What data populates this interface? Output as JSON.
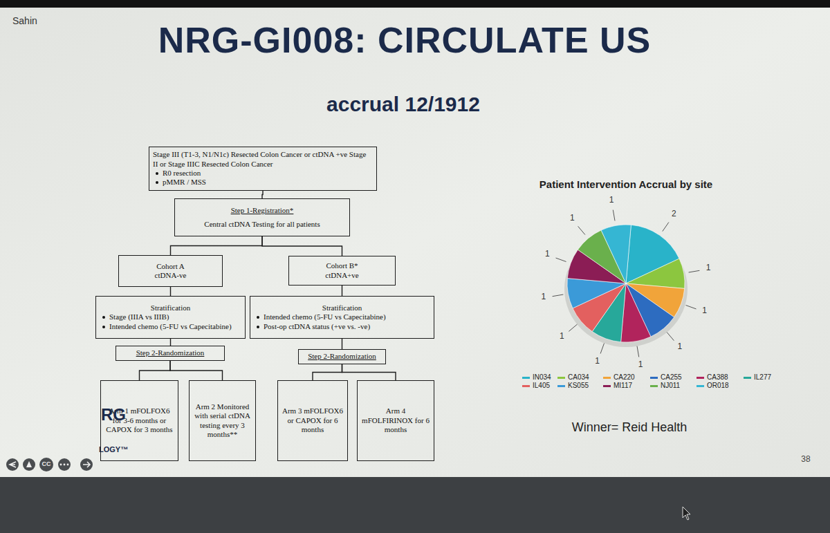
{
  "diagram": {
    "title": "NRG-GI008: CIRCULATE US",
    "nodes": [
      {
        "text": [
          "Stage III (T1-3, N1/N1c) Resected Colon Cancer or ctDNA +ve Stage II or Stage IIIC Resected Colon Cancer",
          "R0 resection",
          "pMMR / MSS"
        ]
      },
      {
        "text": [
          "Step 1-Registration*",
          "Central ctDNA Testing for all patients"
        ]
      },
      {
        "text": [
          "Cohort A",
          "ctDNA-ve"
        ]
      },
      {
        "text": [
          "Cohort B*",
          "ctDNA+ve"
        ]
      },
      {
        "text": [
          "Stratification",
          "Stage (IIIA vs IIIB)",
          "Intended chemo (5-FU vs Capecitabine)"
        ]
      },
      {
        "text": [
          "Stratification",
          "Intended chemo (5-FU vs Capecitabine)",
          "Post-op ctDNA status (+ve vs. -ve)"
        ]
      },
      {
        "text": [
          "Step 2-Randomization"
        ]
      },
      {
        "text": [
          "Step 2-Randomization"
        ]
      },
      {
        "text": [
          "Arm 1 mFOLFOX6 for 3-6 months or CAPOX for 3 months"
        ]
      },
      {
        "text": [
          "Arm 2 Monitored with serial ctDNA testing every 3 months**"
        ]
      },
      {
        "text": [
          "Arm 3 mFOLFOX6 or CAPOX for 6 months"
        ]
      },
      {
        "text": [
          "Arm 4 mFOLFIRINOX for 6 months"
        ]
      }
    ],
    "edges": [
      {
        "from": 0,
        "to": 1,
        "arrow": "none"
      },
      {
        "from": 1,
        "to": 2,
        "arrow": "none"
      },
      {
        "from": 1,
        "to": 3,
        "arrow": "none"
      },
      {
        "from": 2,
        "to": 4,
        "arrow": "none"
      },
      {
        "from": 3,
        "to": 5,
        "arrow": "none"
      },
      {
        "from": 4,
        "to": 6,
        "arrow": "none"
      },
      {
        "from": 5,
        "to": 7,
        "arrow": "none"
      },
      {
        "from": 6,
        "to": 8,
        "arrow": "none"
      },
      {
        "from": 6,
        "to": 9,
        "arrow": "none"
      },
      {
        "from": 7,
        "to": 10,
        "arrow": "none"
      },
      {
        "from": 7,
        "to": 11,
        "arrow": "none"
      }
    ],
    "labels": [
      "Sahin",
      "accrual 12/1912",
      "Patient Intervention Accrual by site",
      "2",
      "1",
      "1",
      "1",
      "1",
      "1",
      "1",
      "1",
      "1",
      "1",
      "1",
      "Winner= Reid Health",
      "RG",
      "LOGY™",
      "CC",
      "38"
    ],
    "legend": [
      {
        "text": "IN034",
        "color": "#29b3c9"
      },
      {
        "text": "CA034",
        "color": "#8cc63f"
      },
      {
        "text": "CA220",
        "color": "#f1a43a"
      },
      {
        "text": "CA255",
        "color": "#2d6cc0"
      },
      {
        "text": "CA388",
        "color": "#b1245c"
      },
      {
        "text": "IL277",
        "color": "#27a89a"
      },
      {
        "text": "IL405",
        "color": "#e3605f"
      },
      {
        "text": "KS055",
        "color": "#3b9ad8"
      },
      {
        "text": "MI117",
        "color": "#8b1d55"
      },
      {
        "text": "NJ011",
        "color": "#6ab04c"
      },
      {
        "text": "OR018",
        "color": "#35b6d3"
      }
    ]
  }
}
